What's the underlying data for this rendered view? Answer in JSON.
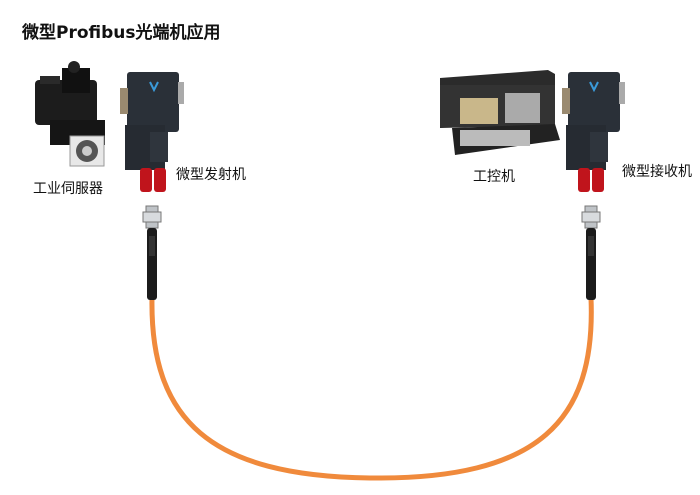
{
  "title": "微型Profibus光端机应用",
  "labels": {
    "servo": "工业伺服器",
    "transmitter": "微型发射机",
    "ipc": "工控机",
    "receiver": "微型接收机"
  },
  "colors": {
    "fiber": "#f08a3c",
    "connector_body": "#2a3038",
    "cap": "#c0141c"
  }
}
